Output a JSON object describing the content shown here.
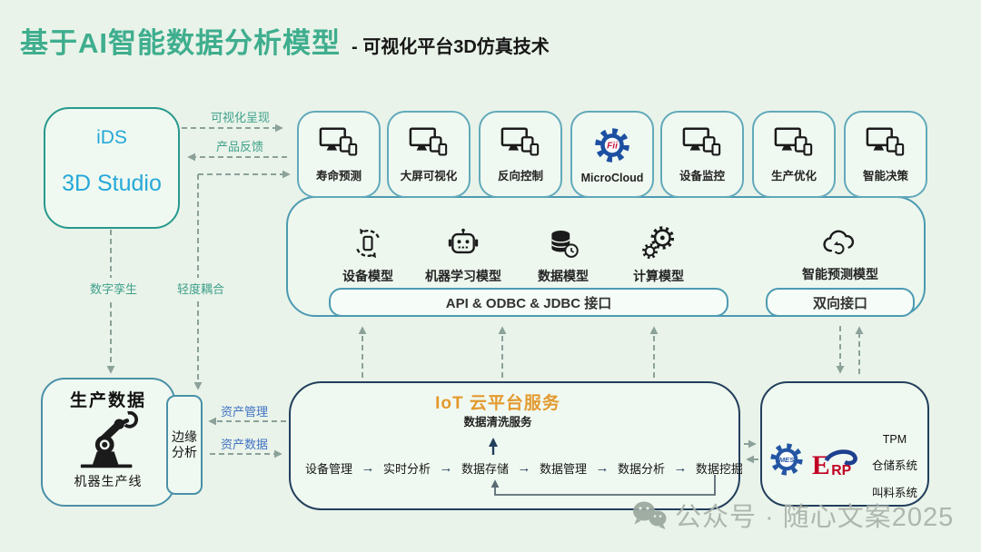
{
  "header": {
    "title": "基于AI智能数据分析模型",
    "subtitle": "- 可视化平台3D仿真技术"
  },
  "ids_box": {
    "line1": "iDS",
    "line2": "3D Studio"
  },
  "top_apps": [
    {
      "label": "寿命预测",
      "icon": "monitor-devices"
    },
    {
      "label": "大屏可视化",
      "icon": "monitor-devices"
    },
    {
      "label": "反向控制",
      "icon": "monitor-devices"
    },
    {
      "label": "MicroCloud",
      "icon": "fii-gear"
    },
    {
      "label": "设备监控",
      "icon": "monitor-devices"
    },
    {
      "label": "生产优化",
      "icon": "monitor-devices"
    },
    {
      "label": "智能决策",
      "icon": "monitor-devices"
    }
  ],
  "micro_cloud_logo_text": "Fii",
  "models": [
    {
      "label": "设备模型",
      "icon": "device-sync"
    },
    {
      "label": "机器学习模型",
      "icon": "robot"
    },
    {
      "label": "数据模型",
      "icon": "database-clock"
    },
    {
      "label": "计算模型",
      "icon": "gears"
    },
    {
      "label": "智能预测模型",
      "icon": "cloud-sync"
    }
  ],
  "interfaces": {
    "api": "API & ODBC & JDBC 接口",
    "bidirectional": "双向接口"
  },
  "flow_labels": {
    "visualization": "可视化呈现",
    "product_feedback": "产品反馈",
    "digital_twin": "数字孪生",
    "light_coupling": "轻度耦合",
    "asset_management": "资产管理",
    "asset_data": "资产数据"
  },
  "production": {
    "title": "生产数据",
    "caption": "机器生产线",
    "edge_line1": "边缘",
    "edge_line2": "分析"
  },
  "iot": {
    "title": "IoT 云平台服务",
    "subtitle": "数据清洗服务",
    "chain": [
      "设备管理",
      "实时分析",
      "数据存储",
      "数据管理",
      "数据分析",
      "数据挖掘"
    ]
  },
  "enterprise": {
    "mes_label": "MES",
    "erp_label_e": "E",
    "erp_label_rp": "RP",
    "systems": [
      "TPM",
      "仓储系统",
      "叫料系统"
    ]
  },
  "watermark": "公众号 · 随心文案2025",
  "colors": {
    "title_teal": "#3fae8e",
    "box_border_blue": "#4c9ab2",
    "dark_navy": "#223f5c",
    "iot_orange": "#e39a2f",
    "label_blue": "#4273c4",
    "ids_text_cyan": "#25a8d8",
    "dashed_line_gray": "#8ba19a"
  }
}
